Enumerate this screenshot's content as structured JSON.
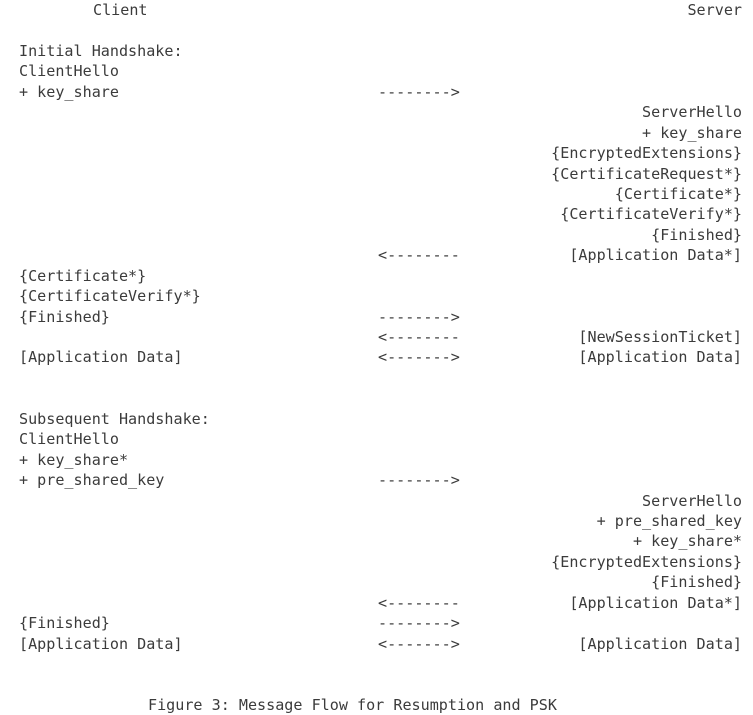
{
  "figure": {
    "caption": "Figure 3: Message Flow for Resumption and PSK",
    "participants": {
      "client": "Client",
      "server": "Server"
    },
    "sections": [
      {
        "heading": "Initial Handshake:",
        "rows": [
          {
            "client": "ClientHello",
            "arrow": "",
            "server": ""
          },
          {
            "client": "+ key_share",
            "arrow": "-------->",
            "server": ""
          },
          {
            "client": "",
            "arrow": "",
            "server": "ServerHello"
          },
          {
            "client": "",
            "arrow": "",
            "server": "+ key_share"
          },
          {
            "client": "",
            "arrow": "",
            "server": "{EncryptedExtensions}"
          },
          {
            "client": "",
            "arrow": "",
            "server": "{CertificateRequest*}"
          },
          {
            "client": "",
            "arrow": "",
            "server": "{Certificate*}"
          },
          {
            "client": "",
            "arrow": "",
            "server": "{CertificateVerify*}"
          },
          {
            "client": "",
            "arrow": "",
            "server": "{Finished}"
          },
          {
            "client": "",
            "arrow": "<--------",
            "server": "[Application Data*]"
          },
          {
            "client": "{Certificate*}",
            "arrow": "",
            "server": ""
          },
          {
            "client": "{CertificateVerify*}",
            "arrow": "",
            "server": ""
          },
          {
            "client": "{Finished}",
            "arrow": "-------->",
            "server": ""
          },
          {
            "client": "",
            "arrow": "<--------",
            "server": "[NewSessionTicket]"
          },
          {
            "client": "[Application Data]",
            "arrow": "<------->",
            "server": "[Application Data]"
          }
        ]
      },
      {
        "heading": "Subsequent Handshake:",
        "rows": [
          {
            "client": "ClientHello",
            "arrow": "",
            "server": ""
          },
          {
            "client": "+ key_share*",
            "arrow": "",
            "server": ""
          },
          {
            "client": "+ pre_shared_key",
            "arrow": "-------->",
            "server": ""
          },
          {
            "client": "",
            "arrow": "",
            "server": "ServerHello"
          },
          {
            "client": "",
            "arrow": "",
            "server": "+ pre_shared_key"
          },
          {
            "client": "",
            "arrow": "",
            "server": "+ key_share*"
          },
          {
            "client": "",
            "arrow": "",
            "server": "{EncryptedExtensions}"
          },
          {
            "client": "",
            "arrow": "",
            "server": "{Finished}"
          },
          {
            "client": "",
            "arrow": "<--------",
            "server": "[Application Data*]"
          },
          {
            "client": "{Finished}",
            "arrow": "-------->",
            "server": ""
          },
          {
            "client": "[Application Data]",
            "arrow": "<------->",
            "server": "[Application Data]"
          }
        ]
      }
    ]
  }
}
